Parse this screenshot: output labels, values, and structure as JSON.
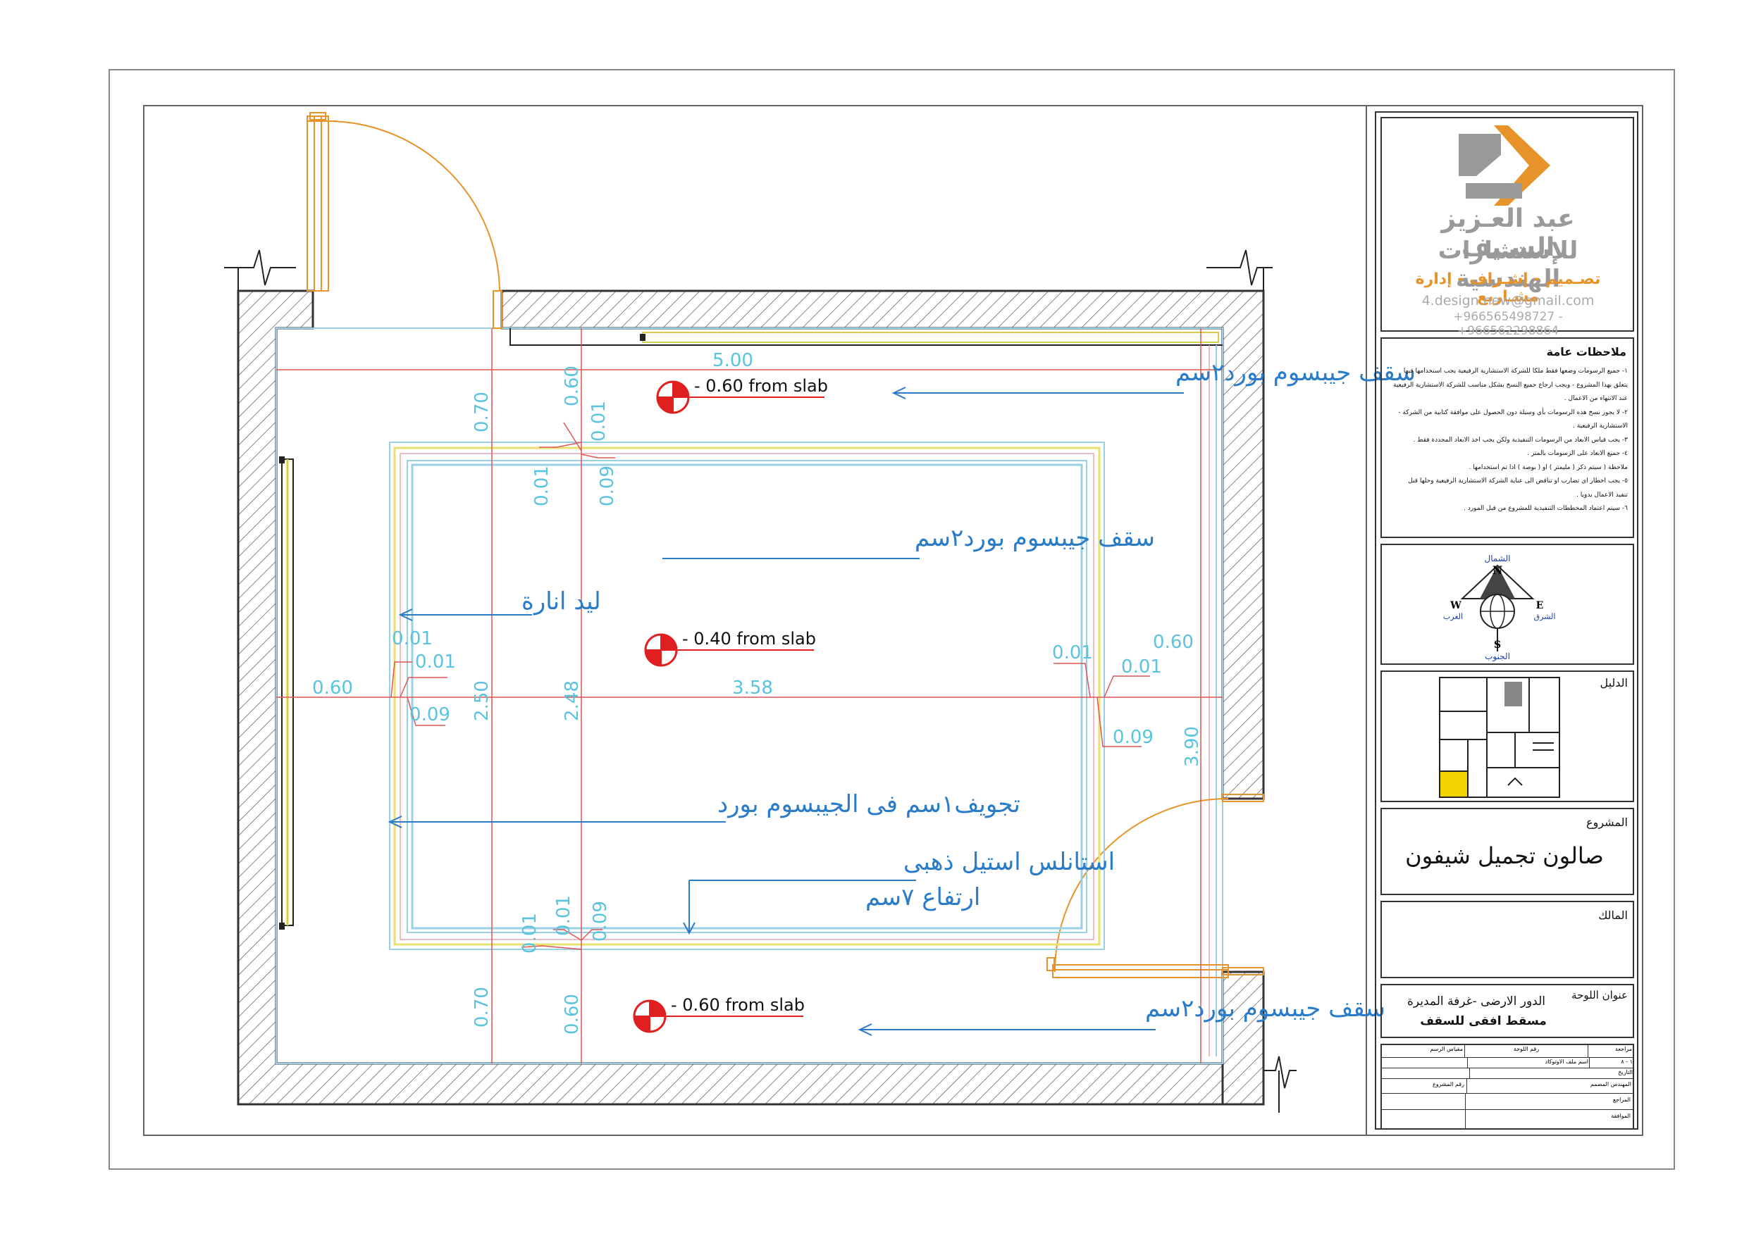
{
  "plan": {
    "labels": {
      "gypsum_ceiling_2cm": "سقف جيبسوم بورد٢سم",
      "led_lighting": "ليد انارة",
      "gypsum_groove": "تجويف١سم فى الجيبسوم بورد",
      "stainless_gold_1": "استانلس استيل ذهبى",
      "stainless_gold_2": "ارتفاع ٧سم"
    },
    "levels": {
      "top": "- 0.60 from slab",
      "center": "- 0.40 from slab",
      "bottom": "- 0.60 from slab"
    },
    "dims": {
      "d500": "5.00",
      "d060": "0.60",
      "d070": "0.70",
      "d001": "0.01",
      "d009": "0.09",
      "d250": "2.50",
      "d248": "2.48",
      "d358": "3.58",
      "d390": "3.90"
    }
  },
  "title_block": {
    "logo_text": "4D",
    "company_line1": "عبد العـزيز السـيف",
    "company_line2": "للإستشارات الهندسية",
    "company_services": "تصـميم - إشـراف - إدارة مشـاريع",
    "email": "4.design.new@gmail.com",
    "phones": "+966565498727 - +966562298864",
    "general_notes_title": "ملاحظات عامة",
    "general_notes": [
      "١- جميع الرسومات وضعها فقط ملكا للشركة الاستشارية الرفيعية يجب استخدامها فيها",
      "يتعلق بهذا المشروع - ويجب ارجاع جميع النسخ بشكل مناسب للشركة الاستشارية الرفيعية",
      "عند الانتهاء من الاعمال .",
      "٢- لا يجوز نسخ هذه الرسومات بأي وسيلة دون الحصول على موافقة كتابية من الشركة -",
      "الاستشارية الرفيعية .",
      "٣- يجب قياس الابعاد من الرسومات التنفيذية ولكن يجب اخذ الابعاد المحددة فقط .",
      "٤- جميع الابعاد على الرسومات بالمتر .",
      "ملاحظة ( سيتم ذكر ( مليمتر ) او ( بوصة ) اذا تم استخدامها .",
      "٥- يجب اخطار اي تضارب او تناقض الى عناية الشركة الاستشارية الرفيعية وحلها قبل",
      "تنفيذ الاعمال يدويا .",
      "٦- سيتم اعتماد المخططات التنفيذية للمشروع من قبل المورد ."
    ],
    "compass": {
      "n": "N",
      "s": "S",
      "e": "E",
      "w": "W",
      "north_ar": "الشمال",
      "south_ar": "الجنوب",
      "east_ar": "الشرق",
      "west_ar": "الغرب"
    },
    "key_plan_label": "الدليل",
    "project_label": "المشروع",
    "project_name": "صالون تجميل شيفون",
    "owner_label": "المالك",
    "sheet_title_label": "عنوان اللوحة",
    "sheet_title_1": "الدور الارضى -غرفة المديرة",
    "sheet_title_2": "مسقط افقى للسقف",
    "table": {
      "sheet_no_label": "رقم اللوحة",
      "scale_label": "مقياس الرسم",
      "rev_label": "مراجعة",
      "rev_value": "١ - ٨",
      "file_label": "اسم ملف الاوتوكاد",
      "date_label": "التاريخ",
      "engineer_label": "المهندس المصمم",
      "project_no_label": "رقم المشروع",
      "checked_label": "المراجع",
      "approval_label": "الموافقة"
    }
  }
}
